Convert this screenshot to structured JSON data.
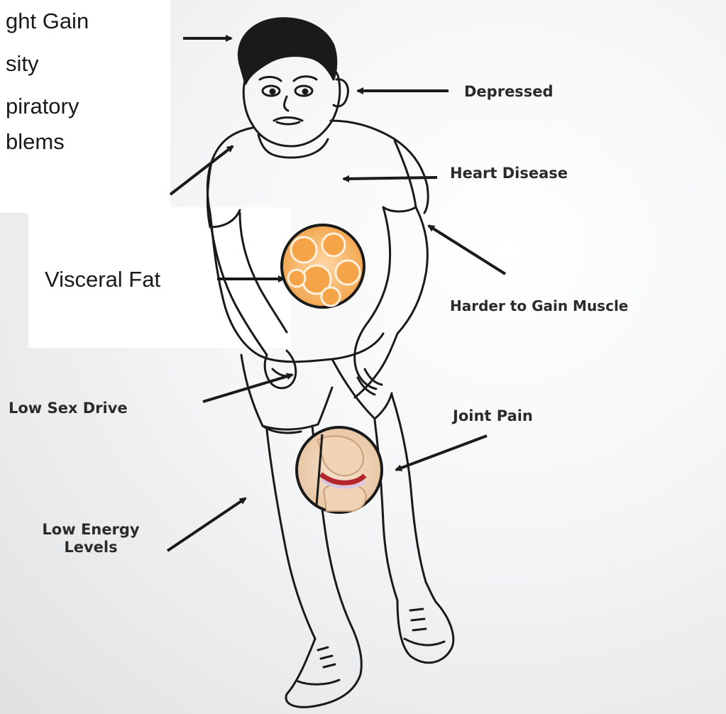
{
  "labels": {
    "depressed": "Depressed",
    "heart_disease": "Heart Disease",
    "harder_to_gain_muscle": "Harder to Gain Muscle",
    "low_sex_drive": "Low Sex Drive",
    "joint_pain": "Joint Pain",
    "low_energy_line1": "Low Energy",
    "low_energy_line2": "Levels",
    "visceral_fat": "Visceral Fat",
    "weight_gain": "ght Gain",
    "obesity": "sity",
    "respiratory": "piratory",
    "problems": "blems"
  },
  "colors": {
    "ink": "#1a1a1a",
    "label": "#2b2b2b",
    "fat_orange": "#f2a750",
    "joint_red": "#b3262b",
    "cartilage": "#d8c6e6"
  }
}
